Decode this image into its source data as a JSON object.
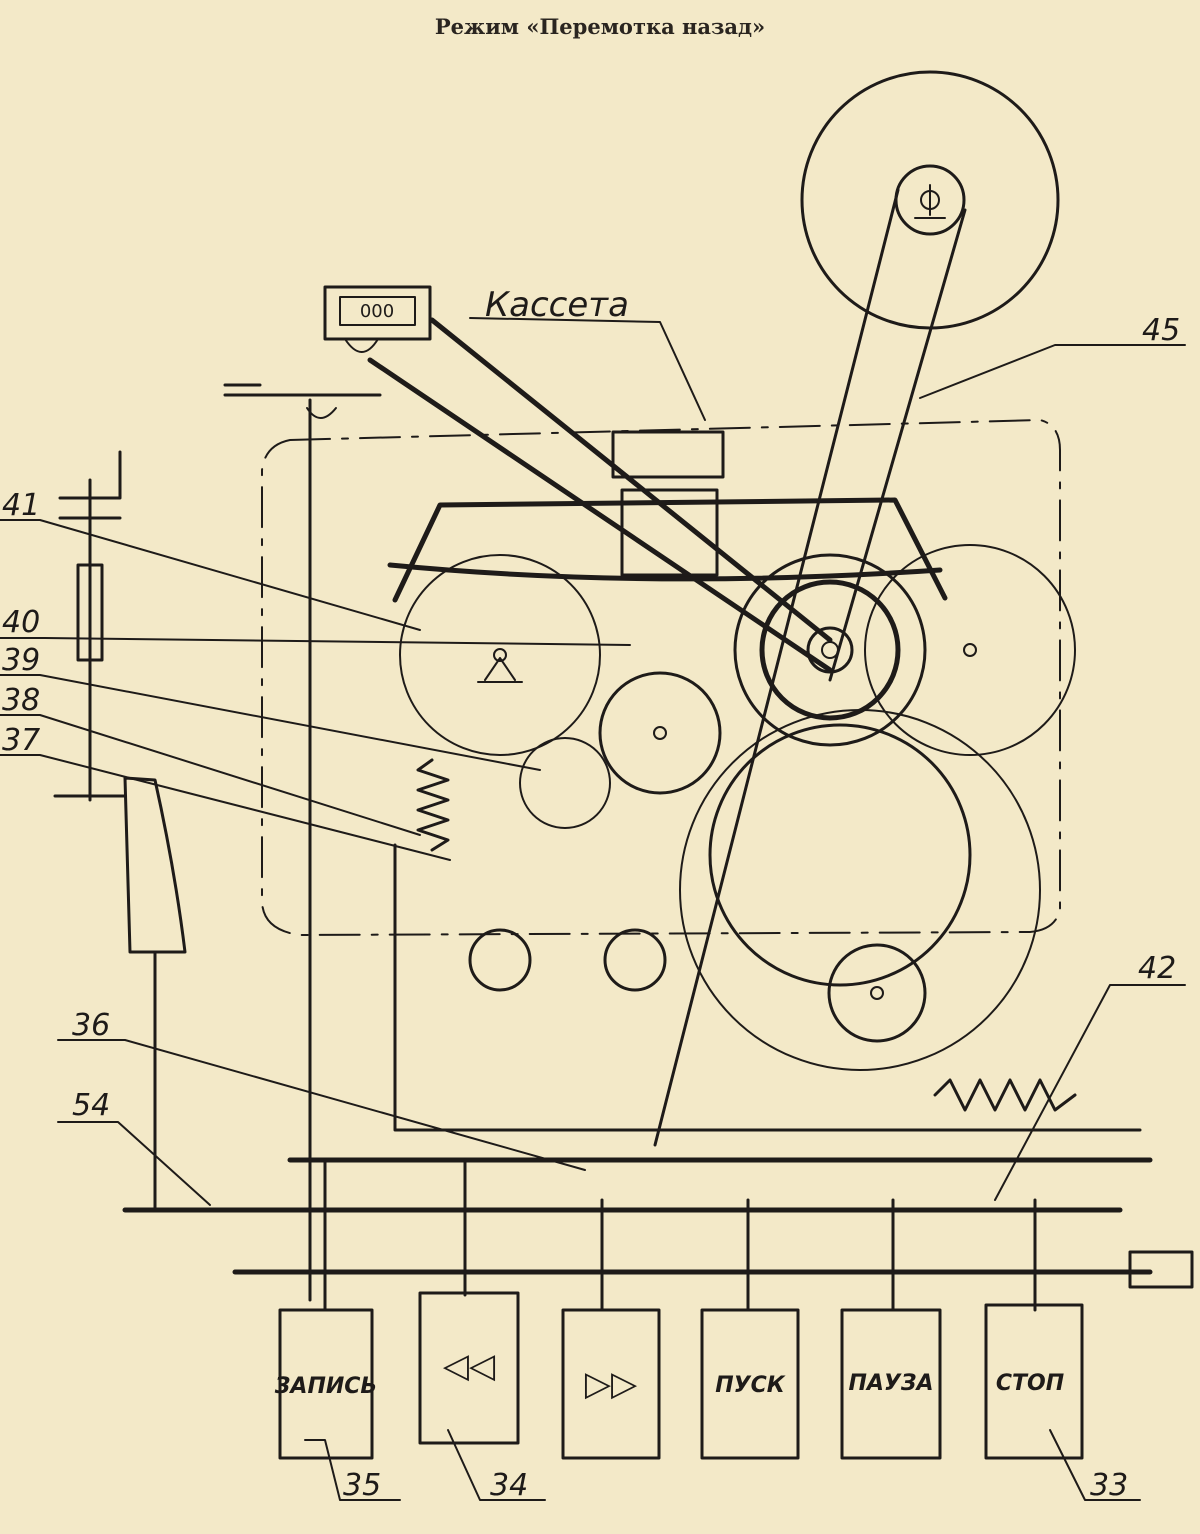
{
  "title": "Режим «Перемотка назад»",
  "cassette_label": "Кассета",
  "counter_digits": "000",
  "callouts": [
    "45",
    "41",
    "40",
    "39",
    "38",
    "37",
    "36",
    "54",
    "42",
    "35",
    "34",
    "33"
  ],
  "buttons": [
    {
      "label": "ЗАПИСЬ"
    },
    {
      "label": "◁◁",
      "icon": "rewind-icon"
    },
    {
      "label": "▷▷",
      "icon": "fast-forward-icon"
    },
    {
      "label": "ПУСК"
    },
    {
      "label": "ПАУЗА"
    },
    {
      "label": "СТОП"
    }
  ]
}
